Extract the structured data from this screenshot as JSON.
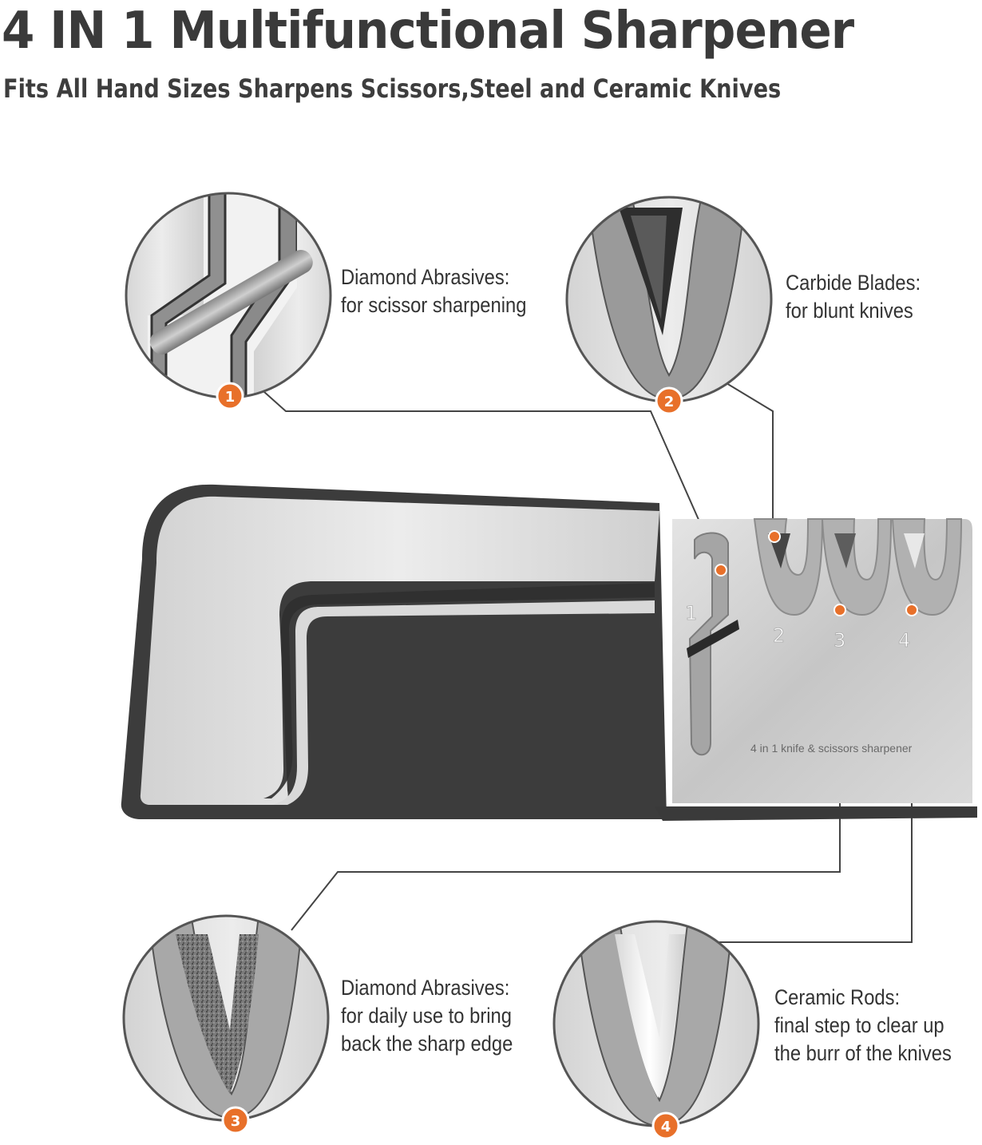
{
  "header": {
    "title": "4 IN 1 Multifunctional Sharpener",
    "subtitle": "Fits All Hand Sizes Sharpens Scissors,Steel and Ceramic Knives"
  },
  "product": {
    "engraving": "4 in 1 knife & scissors sharpener",
    "slot_numbers": [
      "1",
      "2",
      "3",
      "4"
    ]
  },
  "callouts": [
    {
      "number": "1",
      "heading": "Diamond Abrasives:",
      "lines": [
        "for scissor sharpening"
      ]
    },
    {
      "number": "2",
      "heading": "Carbide Blades:",
      "lines": [
        "for blunt knives"
      ]
    },
    {
      "number": "3",
      "heading": "Diamond Abrasives:",
      "lines": [
        "for daily use to bring",
        "back the sharp edge"
      ]
    },
    {
      "number": "4",
      "heading": "Ceramic Rods:",
      "lines": [
        "final step to clear up",
        "the burr of the knives"
      ]
    }
  ],
  "colors": {
    "accent": "#e8702a",
    "handle_dark": "#3c3c3c",
    "steel": "#c9c9c9",
    "leader_line": "#444444"
  }
}
